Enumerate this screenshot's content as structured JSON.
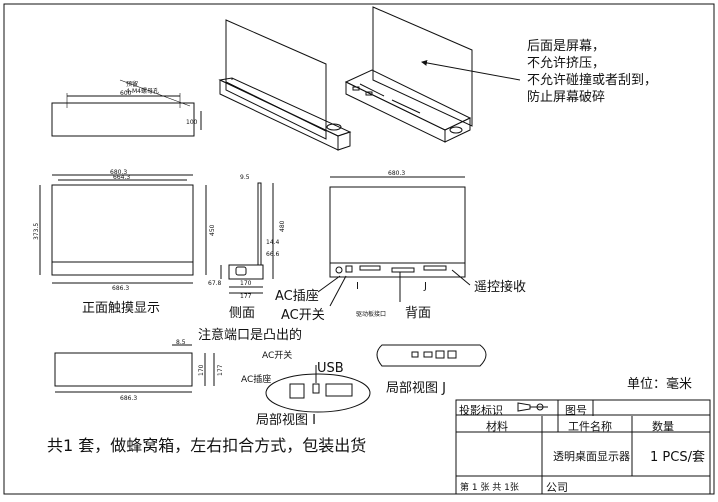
{
  "notes": {
    "back_screen": [
      "后面是屏幕，",
      "不允许挤压，",
      "不允许碰撞或者刮到，",
      "防止屏幕破碎"
    ],
    "unit": "单位：毫米",
    "packaging": "共1 套，做蜂窝箱，左右扣合方式，包装出货"
  },
  "top_view": {
    "small_1": "预留",
    "small_2": "4-M4螺母孔",
    "dim_600": "600",
    "dim_100": "100"
  },
  "front_view": {
    "dim_680": "680.3",
    "dim_664": "664.3",
    "dim_686": "686.3",
    "dim_373": "373.5",
    "dim_450": "450",
    "caption": "正面触摸显示"
  },
  "side_view": {
    "dim_9_5": "9.5",
    "dim_14_4": "14.4",
    "dim_66_6": "66.6",
    "dim_67_8": "67.8",
    "dim_170": "170",
    "dim_177": "177",
    "dim_480": "480",
    "caption": "侧面"
  },
  "back_view": {
    "dim_680": "680.3",
    "ac_socket": "AC插座",
    "ac_switch": "AC开关",
    "marker_i": "I",
    "marker_j": "J",
    "driver_board": "驱动板接口",
    "caption": "背面",
    "remote": "遥控接收"
  },
  "bottom_view": {
    "note": "注意端口是凸出的",
    "dim_8_5": "8.5",
    "dim_686": "686.3",
    "dim_170": "170",
    "dim_177": "177"
  },
  "detail_i": {
    "ac_switch": "AC开关",
    "usb": "USB",
    "ac_socket": "AC插座",
    "caption": "局部视图 I"
  },
  "detail_j": {
    "caption": "局部视图 J"
  },
  "title_block": {
    "projection": "投影标识",
    "drawing_no": "图号",
    "material": "材料",
    "part_name": "工件名称",
    "quantity": "数量",
    "part_value": "透明桌面显示器",
    "qty_value": "1 PCS/套",
    "sheet": "第  1 张 共 1张",
    "company": "公司"
  }
}
